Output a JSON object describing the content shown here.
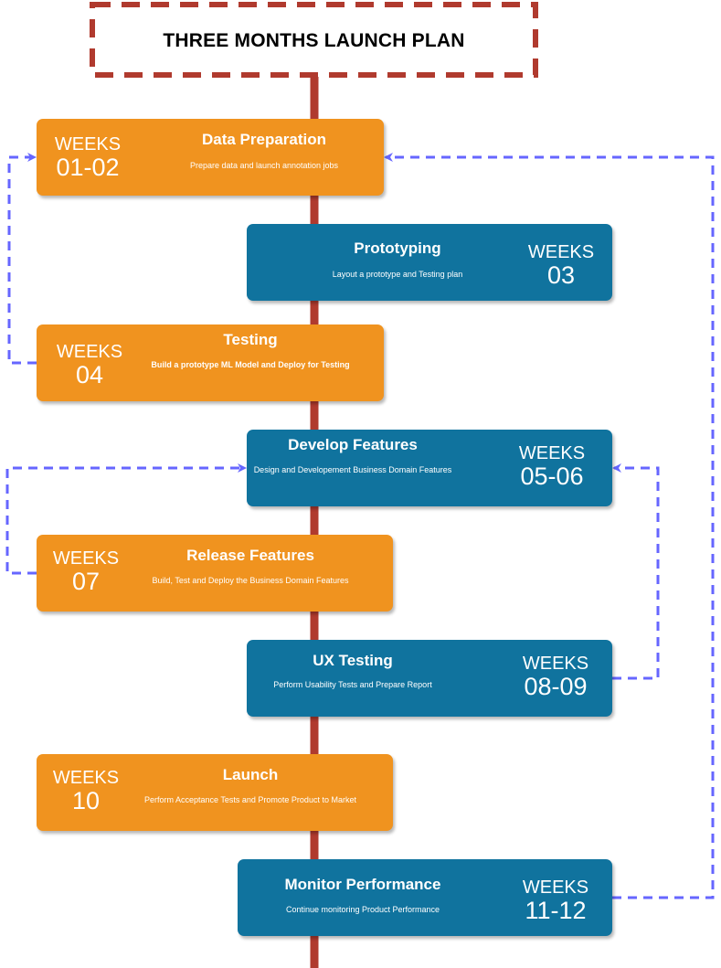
{
  "title": "THREE MONTHS LAUNCH PLAN",
  "colors": {
    "orange": "#f0931f",
    "blue": "#10739e",
    "timeline": "#b03a2e",
    "dashed_arrow": "#6666ff",
    "title_border": "#b03a2e"
  },
  "phases": [
    {
      "title": "Data Preparation",
      "description": "Prepare data and launch annotation jobs",
      "weeks_label": "WEEKS",
      "weeks": "01-02"
    },
    {
      "title": "Prototyping",
      "description": "Layout a prototype and Testing plan",
      "weeks_label": "WEEKS",
      "weeks": "03"
    },
    {
      "title": "Testing",
      "description": "Build a prototype ML Model and Deploy for Testing",
      "weeks_label": "WEEKS",
      "weeks": "04"
    },
    {
      "title": "Develop Features",
      "description": "Design and Developement Business Domain Features",
      "weeks_label": "WEEKS",
      "weeks": "05-06"
    },
    {
      "title": "Release Features",
      "description": "Build, Test and Deploy the Business Domain Features",
      "weeks_label": "WEEKS",
      "weeks": "07"
    },
    {
      "title": "UX Testing",
      "description": "Perform Usability Tests and Prepare Report",
      "weeks_label": "WEEKS",
      "weeks": "08-09"
    },
    {
      "title": "Launch",
      "description": "Perform Acceptance Tests and Promote Product to Market",
      "weeks_label": "WEEKS",
      "weeks": "10"
    },
    {
      "title": "Monitor Performance",
      "description": "Continue monitoring Product Performance",
      "weeks_label": "WEEKS",
      "weeks": "11-12"
    }
  ]
}
